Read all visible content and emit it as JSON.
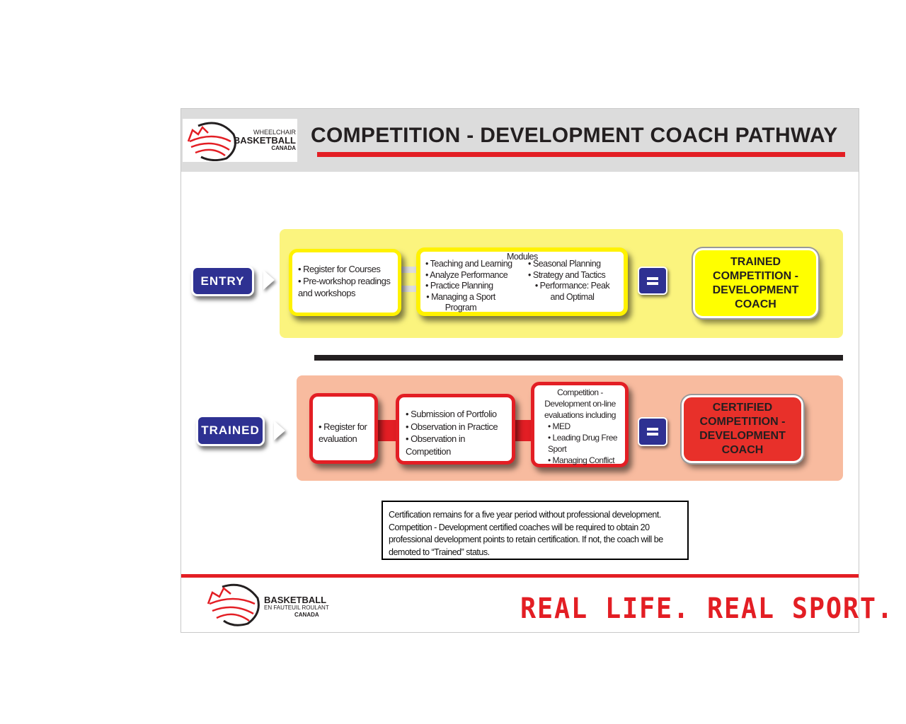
{
  "header": {
    "title": "COMPETITION - DEVELOPMENT COACH PATHWAY",
    "logo": {
      "line1": "WHEELCHAIR",
      "line2": "BASKETBALL",
      "line3": "CANADA"
    }
  },
  "entry_row": {
    "label": "ENTRY",
    "step1": [
      "Register for Courses",
      "Pre-workshop readings and workshops"
    ],
    "modules": {
      "title": "Modules",
      "left": [
        "Teaching and Learning",
        "Analyze Performance",
        "Practice Planning",
        "Managing a Sport Program"
      ],
      "right": [
        "Seasonal Planning",
        "Strategy and Tactics",
        "Performance: Peak and Optimal"
      ]
    },
    "equals": "=",
    "result": "TRAINED COMPETITION - DEVELOPMENT COACH"
  },
  "trained_row": {
    "label": "TRAINED",
    "step1": [
      "Register for evaluation"
    ],
    "step2": [
      "Submission of Portfolio",
      "Observation in Practice",
      "Observation in Competition"
    ],
    "step3": {
      "intro": "Competition - Development on-line evaluations including",
      "items": [
        "MED",
        "Leading Drug Free Sport",
        "Managing Conflict"
      ]
    },
    "equals": "=",
    "result": "CERTIFIED COMPETITION - DEVELOPMENT COACH"
  },
  "note": "Certification remains for a five year period without professional development. Competition - Development certified coaches will be required to obtain 20 professional development points to retain certification. If not, the coach will be demoted to “Trained” status.",
  "footer": {
    "logo": {
      "line1": "BASKETBALL",
      "line2": "EN FAUTEUIL ROULANT",
      "line3": "CANADA"
    },
    "slogan": "REAL LIFE. REAL SPORT."
  },
  "colors": {
    "red": "#e31e24",
    "navy": "#2e3192",
    "yellow": "#fff200",
    "salmon": "#f8bb9f"
  }
}
